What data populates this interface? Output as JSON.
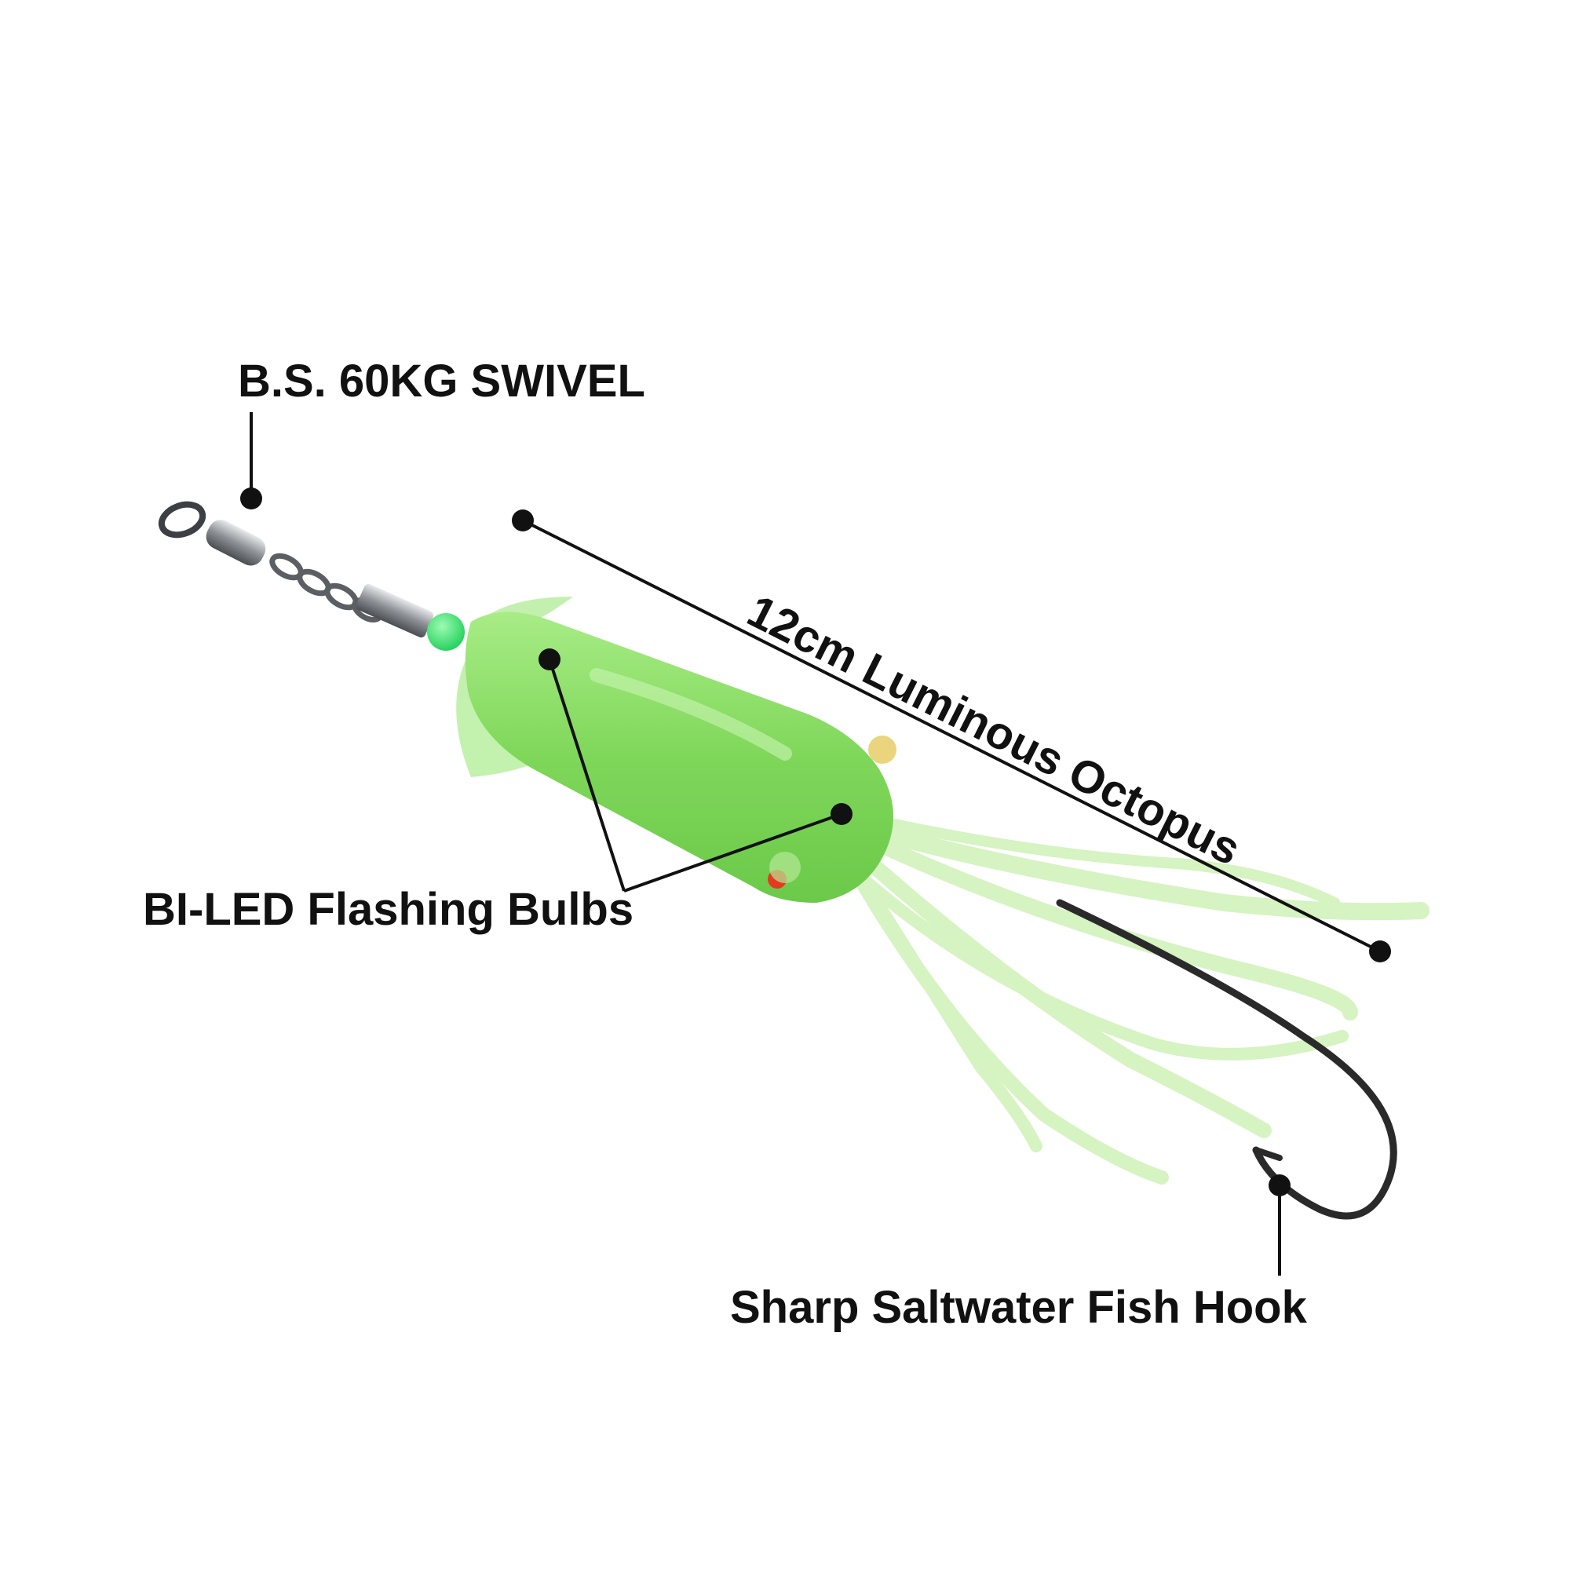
{
  "labels": {
    "swivel": "B.S. 60KG SWIVEL",
    "length": "12cm Luminous Octopus",
    "bulbs": "BI-LED Flashing Bulbs",
    "hook": "Sharp Saltwater Fish Hook"
  },
  "colors": {
    "lure_body": "#8fe06a",
    "lure_light": "#c4f0a8",
    "tentacle": "#d9f5c6",
    "bead": "#2ee36b",
    "metal": "#9a9ea3",
    "hook": "#2a2a2a",
    "eye": "#e53a1f",
    "annotation": "#111111",
    "background": "#ffffff"
  }
}
